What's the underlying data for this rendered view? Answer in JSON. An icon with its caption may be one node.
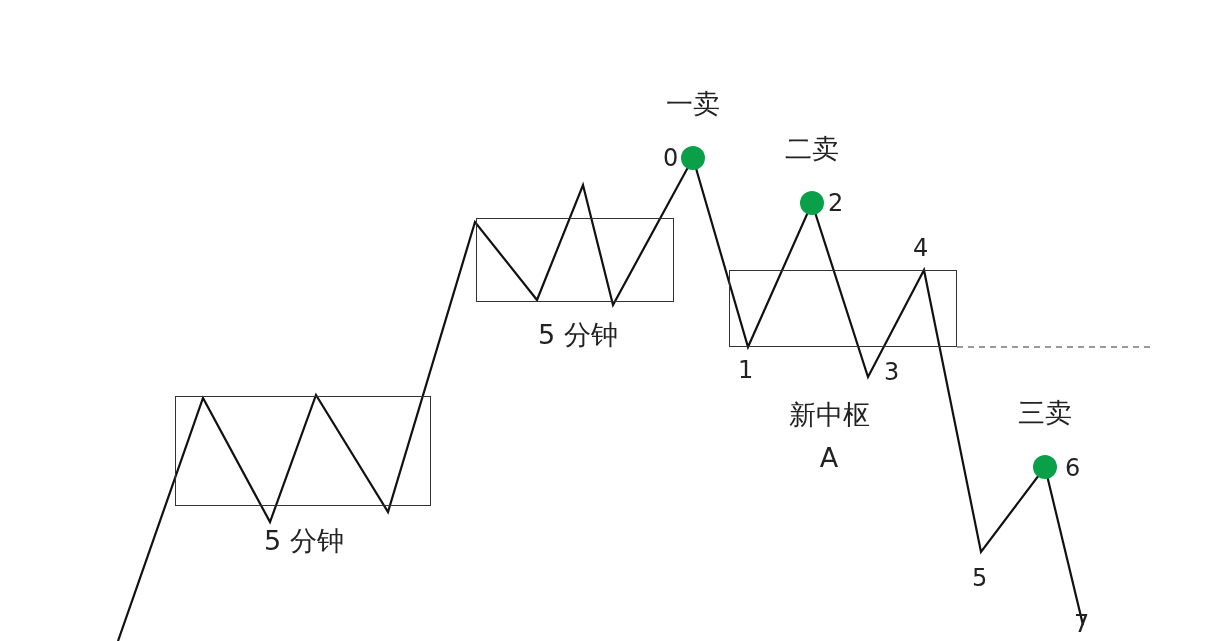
{
  "diagram": {
    "nodes": [
      {
        "text": [
          "5 分钟"
        ]
      },
      {
        "text": [
          "5 分钟"
        ]
      },
      {
        "text": [
          "新中枢A"
        ]
      },
      {
        "text": [
          "一卖"
        ],
        "beside": [
          "0"
        ]
      },
      {
        "text": [
          "二卖"
        ],
        "beside": [
          "2"
        ]
      },
      {
        "text": [
          "三卖"
        ],
        "beside": [
          "6"
        ]
      }
    ],
    "labels": [
      "1",
      "3",
      "4",
      "5",
      "7"
    ]
  }
}
